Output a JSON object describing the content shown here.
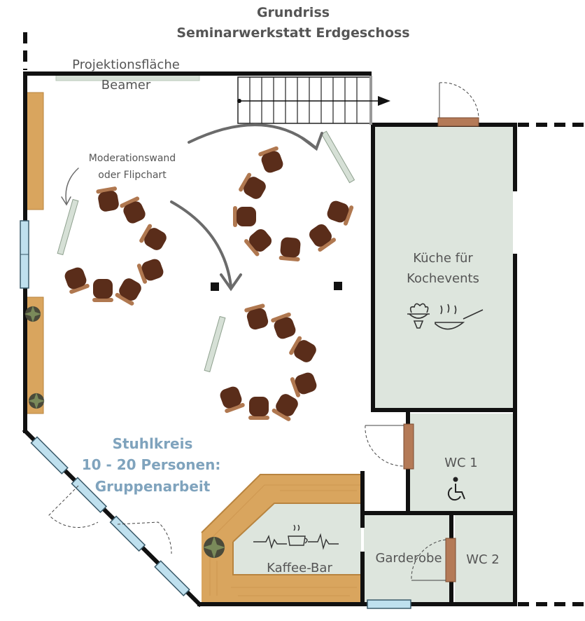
{
  "title": {
    "line1": "Grundriss",
    "line2": "Seminarwerkstatt Erdgeschoss"
  },
  "labels": {
    "projection_surface": "Projektionsfläche",
    "beamer": "Beamer",
    "moderation_wall_line1": "Moderationswand",
    "moderation_wall_line2": "oder Flipchart",
    "kitchen_line1": "Küche für",
    "kitchen_line2": "Kochevents",
    "wc1": "WC 1",
    "wc2": "WC 2",
    "wardrobe": "Garderobe",
    "coffee_bar": "Kaffee-Bar",
    "circle_line1": "Stuhlkreis",
    "circle_line2": "10 - 20 Personen:",
    "circle_line3": "Gruppenarbeit"
  },
  "colors": {
    "wall": "#111111",
    "room_fill": "#dde5dd",
    "wood": "#d9a55e",
    "door": "#b47a57",
    "chair": "#5a2d1a",
    "chair_back": "#b07850",
    "accent_text": "#7fa3bd",
    "label_text": "#555555",
    "window": "#bfe0ee",
    "arrow": "#6b6b6b"
  },
  "icons": {
    "stairs": "stairs-icon",
    "wheelchair": "wheelchair-icon",
    "coffee": "coffee-heartbeat-icon",
    "kitchen": "cooking-pan-icon",
    "plant": "plant-icon"
  }
}
